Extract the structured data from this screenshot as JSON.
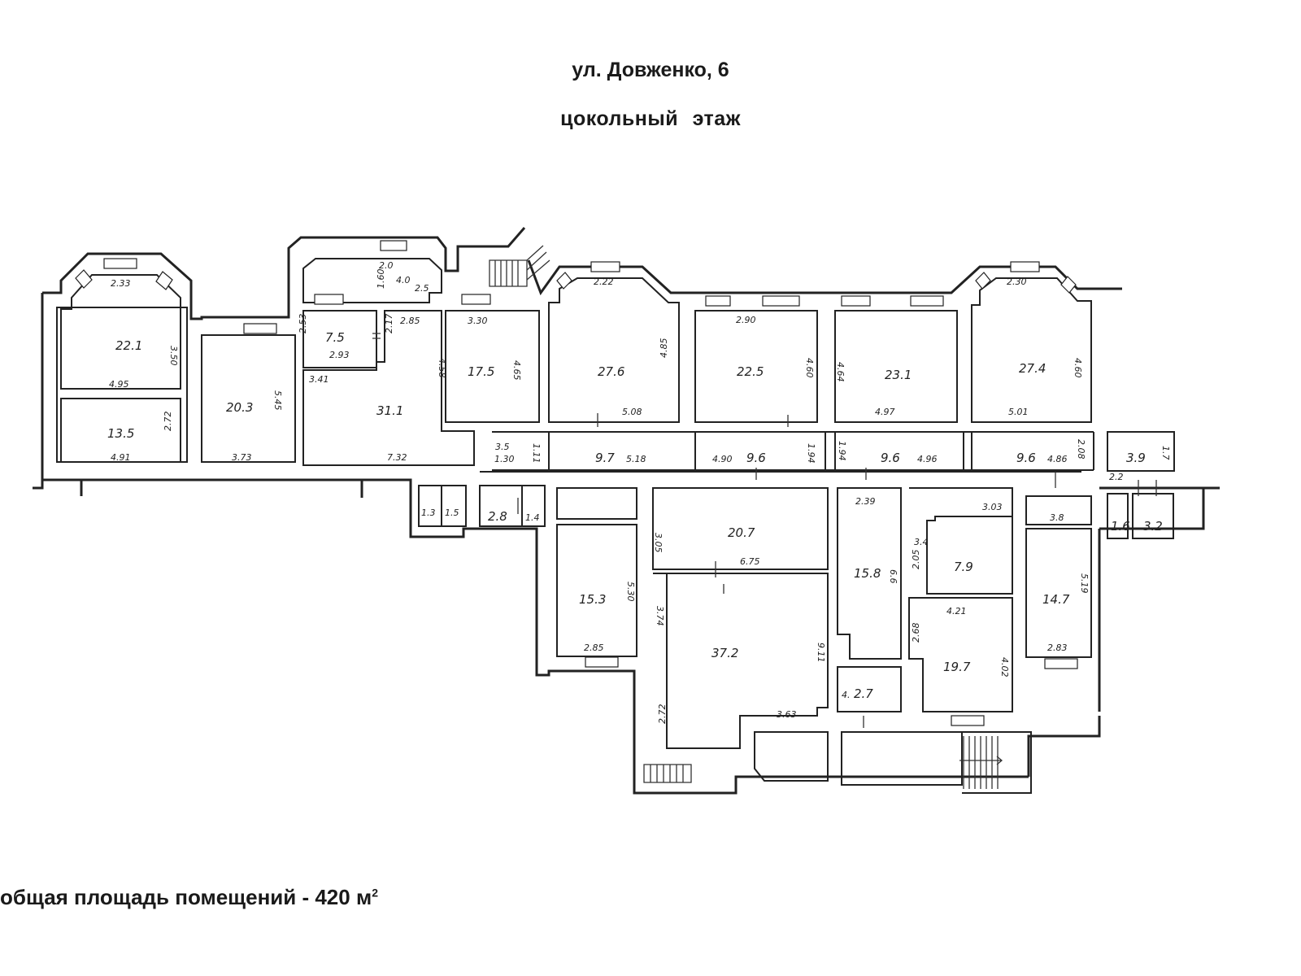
{
  "header": {
    "address": "ул. Довженко, 6",
    "floor": "цокольный  этаж"
  },
  "footer": {
    "total_label": "общая площадь помещений - 420 м",
    "unit_sup": "2"
  },
  "rooms": [
    {
      "id": "r1",
      "area": "22.1",
      "dims": [
        "2.33",
        "4.95",
        "3.50"
      ]
    },
    {
      "id": "r2",
      "area": "13.5",
      "dims": [
        "4.91",
        "2.72"
      ]
    },
    {
      "id": "r3",
      "area": "20.3",
      "dims": [
        "3.73",
        "5.45"
      ]
    },
    {
      "id": "r4",
      "area": "7.5",
      "dims": [
        "2.93",
        "2.53",
        "2.17"
      ]
    },
    {
      "id": "r5",
      "area": "4.0",
      "dims": [
        "2.0",
        "1.60",
        "2.5"
      ]
    },
    {
      "id": "r6",
      "area": "31.1",
      "dims": [
        "3.41",
        "7.32",
        "2.85",
        "4.58"
      ]
    },
    {
      "id": "r7",
      "area": "17.5",
      "dims": [
        "3.30",
        "4.65"
      ]
    },
    {
      "id": "r8",
      "area": "27.6",
      "dims": [
        "2.22",
        "5.08",
        "4.85"
      ]
    },
    {
      "id": "r9",
      "area": "22.5",
      "dims": [
        "2.90",
        "4.60"
      ]
    },
    {
      "id": "r10",
      "area": "23.1",
      "dims": [
        "4.97",
        "4.64"
      ]
    },
    {
      "id": "r11",
      "area": "27.4",
      "dims": [
        "2.30",
        "5.01",
        "4.60"
      ]
    },
    {
      "id": "r12",
      "area": "9.7",
      "dims": [
        "5.18"
      ]
    },
    {
      "id": "r13",
      "area": "9.6",
      "dims": [
        "4.90",
        "1.94"
      ]
    },
    {
      "id": "r14",
      "area": "9.6",
      "dims": [
        "4.96",
        "1.94"
      ]
    },
    {
      "id": "r15",
      "area": "9.6",
      "dims": [
        "4.86",
        "2.08"
      ]
    },
    {
      "id": "r16",
      "area": "3.9",
      "dims": [
        "2.2",
        "1.7"
      ]
    },
    {
      "id": "r17",
      "area": "1.30",
      "dims": [
        "3.5",
        "1.11"
      ]
    },
    {
      "id": "r18",
      "area": "1.3",
      "dims": []
    },
    {
      "id": "r19",
      "area": "1.5",
      "dims": []
    },
    {
      "id": "r20",
      "area": "2.8",
      "dims": []
    },
    {
      "id": "r21",
      "area": "1.4",
      "dims": []
    },
    {
      "id": "r22",
      "area": "20.7",
      "dims": [
        "6.75",
        "3.05"
      ]
    },
    {
      "id": "r23",
      "area": "15.3",
      "dims": [
        "2.85",
        "5.30"
      ]
    },
    {
      "id": "r24",
      "area": "37.2",
      "dims": [
        "3.63",
        "9.11",
        "3.74",
        "2.72"
      ]
    },
    {
      "id": "r25",
      "area": "15.8",
      "dims": [
        "2.39",
        "6.6"
      ]
    },
    {
      "id": "r26",
      "area": "7.9",
      "dims": [
        "3.03",
        "3.4",
        "2.05"
      ]
    },
    {
      "id": "r27",
      "area": "19.7",
      "dims": [
        "4.21",
        "4.02",
        "2.68"
      ]
    },
    {
      "id": "r28",
      "area": "14.7",
      "dims": [
        "3.8",
        "2.83",
        "5.19"
      ]
    },
    {
      "id": "r29",
      "area": "2.7",
      "dims": [
        "4."
      ]
    },
    {
      "id": "r30",
      "area": "1.6",
      "dims": []
    },
    {
      "id": "r31",
      "area": "3.2",
      "dims": []
    }
  ]
}
